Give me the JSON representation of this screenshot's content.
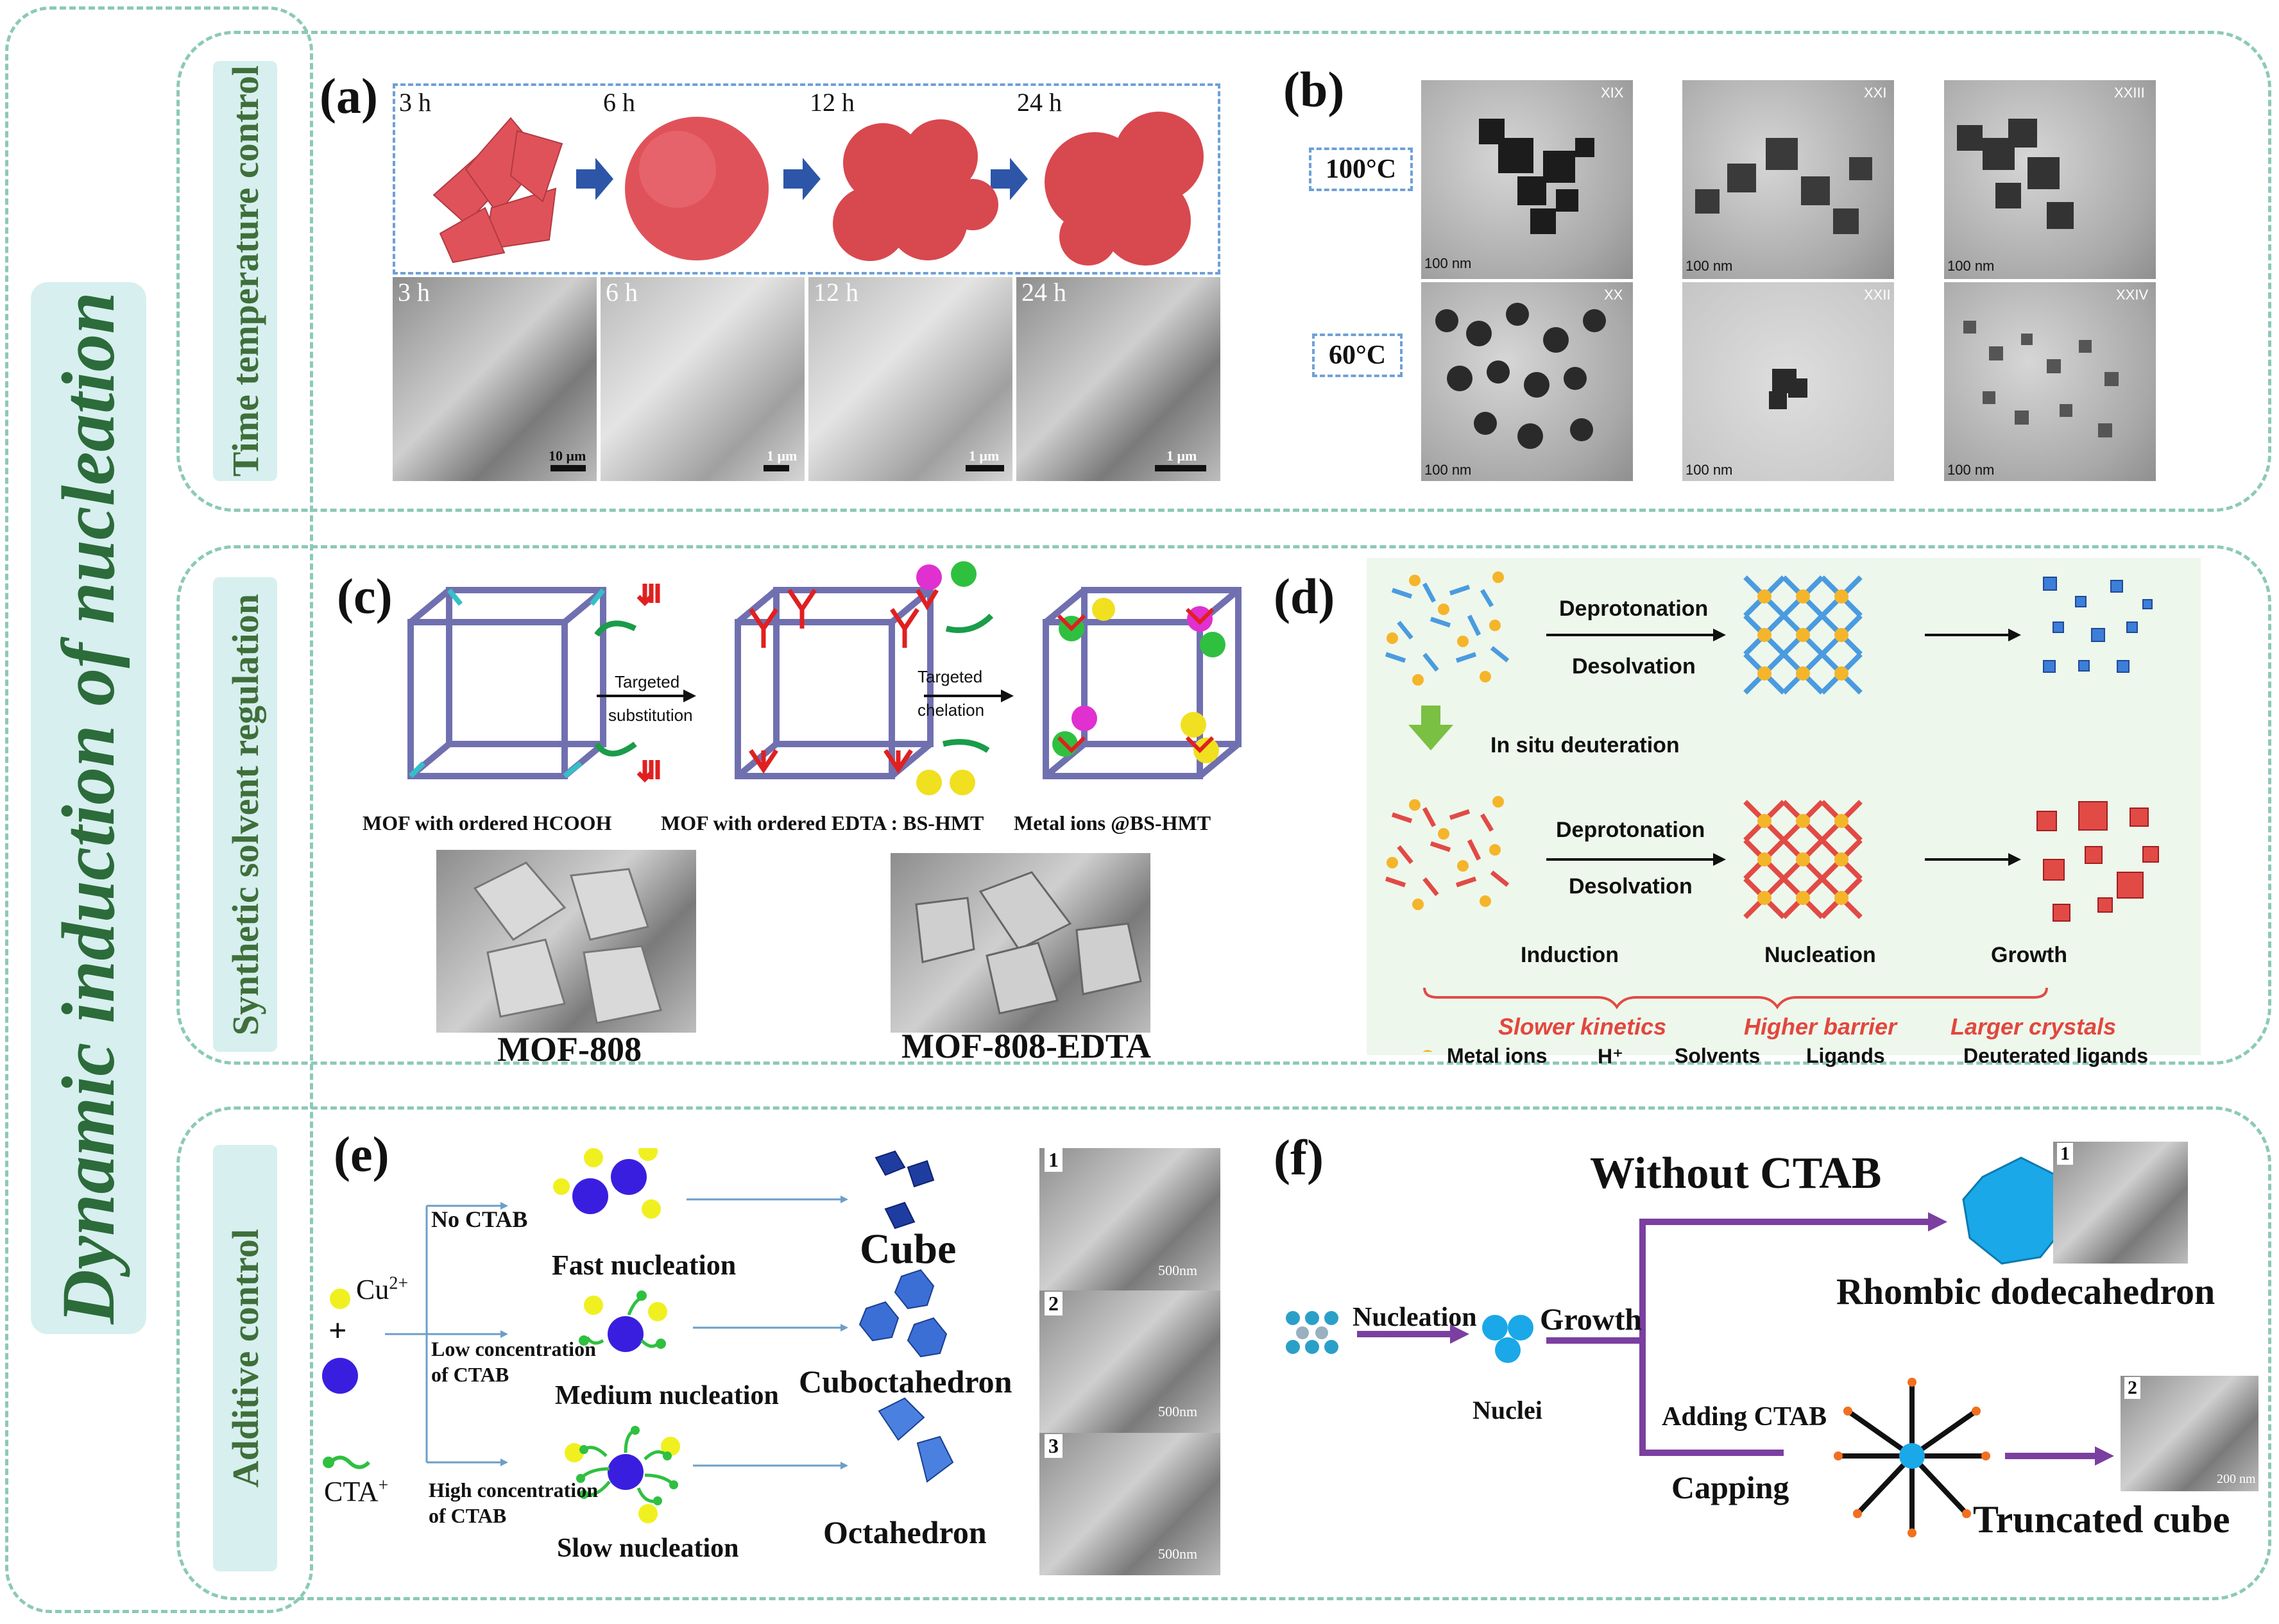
{
  "main_title": "Dynamic induction of nucleation",
  "sections": {
    "time_temp": "Time temperature control",
    "solvent": "Synthetic solvent regulation",
    "additive": "Additive control"
  },
  "panel_labels": {
    "a": "(a)",
    "b": "(b)",
    "c": "(c)",
    "d": "(d)",
    "e": "(e)",
    "f": "(f)"
  },
  "panel_a": {
    "times": [
      "3 h",
      "6 h",
      "12 h",
      "24 h"
    ],
    "scales": [
      "10 μm",
      "1 μm",
      "1 μm",
      "1 μm"
    ]
  },
  "panel_b": {
    "temps": [
      "100°C",
      "60°C"
    ],
    "codes": [
      "XIX",
      "XXI",
      "XXIII",
      "XX",
      "XXII",
      "XXIV"
    ],
    "scale": "100 nm"
  },
  "panel_c": {
    "arrow1_line1": "Targeted",
    "arrow1_line2": "substitution",
    "arrow2_line1": "Targeted",
    "arrow2_line2": "chelation",
    "mof1": "MOF with ordered HCOOH",
    "mof2": "MOF with ordered EDTA : BS-HMT",
    "mof3": "Metal ions @BS-HMT",
    "sem1": "MOF-808",
    "sem2": "MOF-808-EDTA"
  },
  "panel_d": {
    "deprot": "Deprotonation",
    "desolv": "Desolvation",
    "deut": "In situ deuteration",
    "stages": [
      "Induction",
      "Nucleation",
      "Growth"
    ],
    "effects": [
      "Slower kinetics",
      "Higher barrier",
      "Larger crystals"
    ],
    "legend": [
      "Metal ions",
      "H⁺",
      "Solvents",
      "Ligands",
      "Deuterated ligands"
    ]
  },
  "panel_e": {
    "cu": "Cu",
    "cu_sup": "2+",
    "plus": "+",
    "cta": "CTA",
    "cta_sup": "+",
    "no_ctab": "No CTAB",
    "low_conc_1": "Low concentration",
    "low_conc_2": "of CTAB",
    "high_conc_1": "High concentration",
    "high_conc_2": "of CTAB",
    "fast": "Fast nucleation",
    "medium": "Medium nucleation",
    "slow": "Slow nucleation",
    "cube": "Cube",
    "cubocta": "Cuboctahedron",
    "octa": "Octahedron",
    "sem_nums": [
      "1",
      "2",
      "3"
    ],
    "sem_scale": "500nm"
  },
  "panel_f": {
    "without": "Without CTAB",
    "nucleation": "Nucleation",
    "growth": "Growth",
    "nuclei": "Nuclei",
    "adding": "Adding CTAB",
    "capping": "Capping",
    "rhombic": "Rhombic dodecahedron",
    "truncated": "Truncated cube",
    "sem_nums": [
      "1",
      "2"
    ],
    "sem_scale": "200 nm"
  },
  "colors": {
    "dash": "#8cc9b8",
    "title_green": "#2c6b3a",
    "arrow_blue": "#2d56a8",
    "red": "#e2473d",
    "purple": "#7b3fa0",
    "cu_purple": "#3a1ee0",
    "yellow": "#f0f020",
    "ligand_blue": "#4a9be0",
    "metal_orange": "#f5b52a"
  }
}
